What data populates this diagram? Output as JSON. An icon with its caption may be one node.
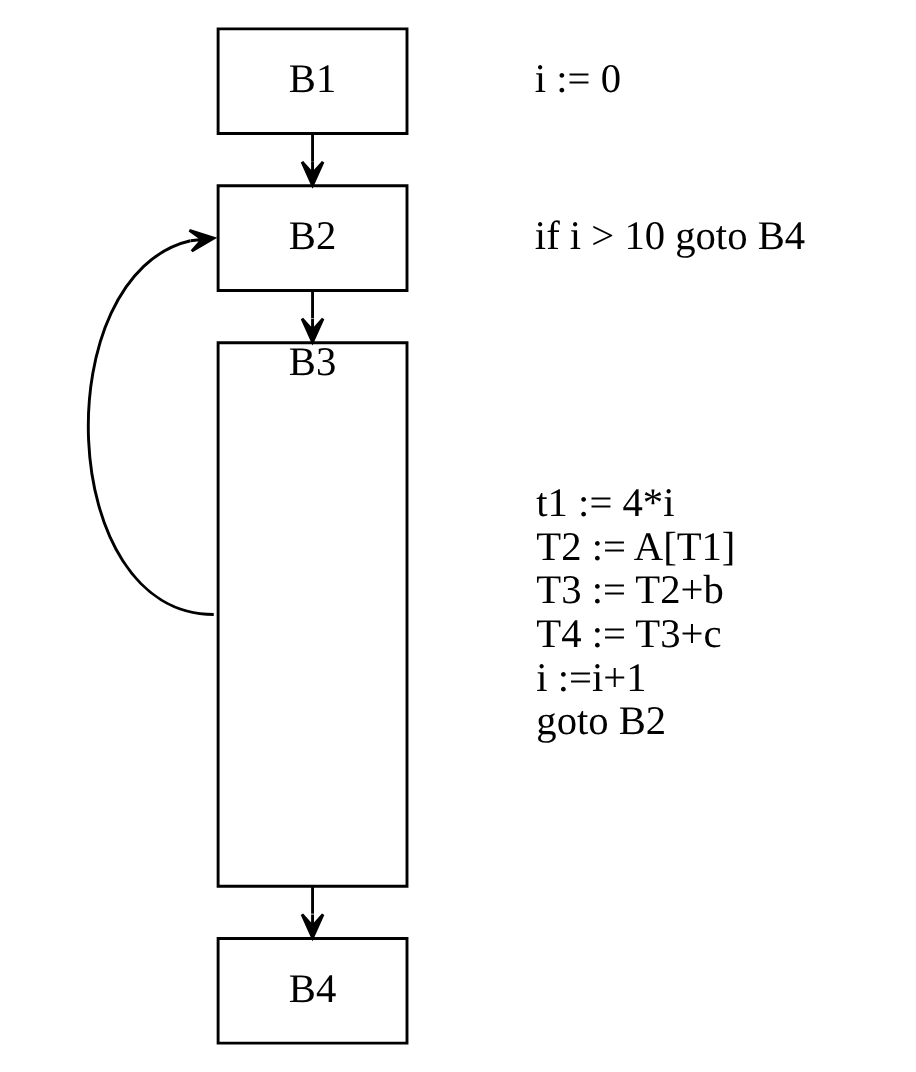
{
  "diagram": {
    "nodes": [
      {
        "text": [
          "B1"
        ],
        "beside": [
          "i := 0"
        ]
      },
      {
        "text": [
          "B2"
        ],
        "beside": [
          "if i > 10 goto B4"
        ]
      },
      {
        "text": [
          "B3"
        ],
        "beside": [
          "t1 := 4*i",
          "T2 := A[T1]",
          "T3 := T2+b",
          "T4 := T3+c",
          "i :=i+1",
          "goto B2"
        ]
      },
      {
        "text": [
          "B4"
        ]
      }
    ],
    "edges": [
      {
        "from": 0,
        "to": 1,
        "arrow": "to"
      },
      {
        "from": 1,
        "to": 2,
        "arrow": "to"
      },
      {
        "from": 2,
        "to": 3,
        "arrow": "to"
      },
      {
        "from": 2,
        "to": 1,
        "arrow": "to"
      }
    ]
  }
}
